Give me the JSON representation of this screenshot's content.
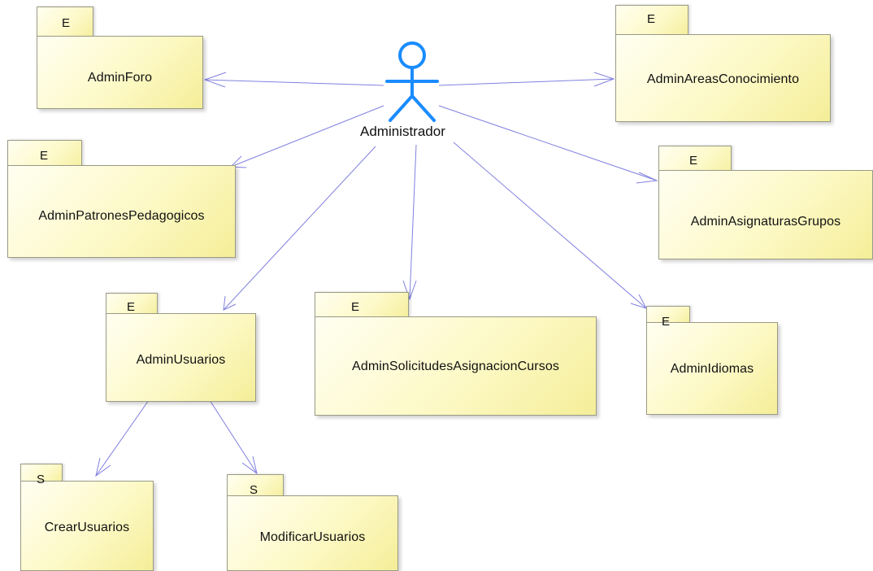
{
  "actor": {
    "name": "Administrador",
    "color": "#1a8cff"
  },
  "colors": {
    "arrow": "#8080e0",
    "package_fill": "#fdf9c6",
    "package_border": "#9a9a86"
  },
  "packages": {
    "admin_foro": {
      "stereotype": "E",
      "name": "AdminForo"
    },
    "admin_areas_conocimiento": {
      "stereotype": "E",
      "name": "AdminAreasConocimiento"
    },
    "admin_patrones_pedagogicos": {
      "stereotype": "E",
      "name": "AdminPatronesPedagogicos"
    },
    "admin_asignaturas_grupos": {
      "stereotype": "E",
      "name": "AdminAsignaturasGrupos"
    },
    "admin_usuarios": {
      "stereotype": "E",
      "name": "AdminUsuarios"
    },
    "admin_solicitudes": {
      "stereotype": "E",
      "name": "AdminSolicitudesAsignacionCursos"
    },
    "admin_idiomas": {
      "stereotype": "E",
      "name": "AdminIdiomas"
    },
    "crear_usuarios": {
      "stereotype": "S",
      "name": "CrearUsuarios"
    },
    "modificar_usuarios": {
      "stereotype": "S",
      "name": "ModificarUsuarios"
    }
  }
}
